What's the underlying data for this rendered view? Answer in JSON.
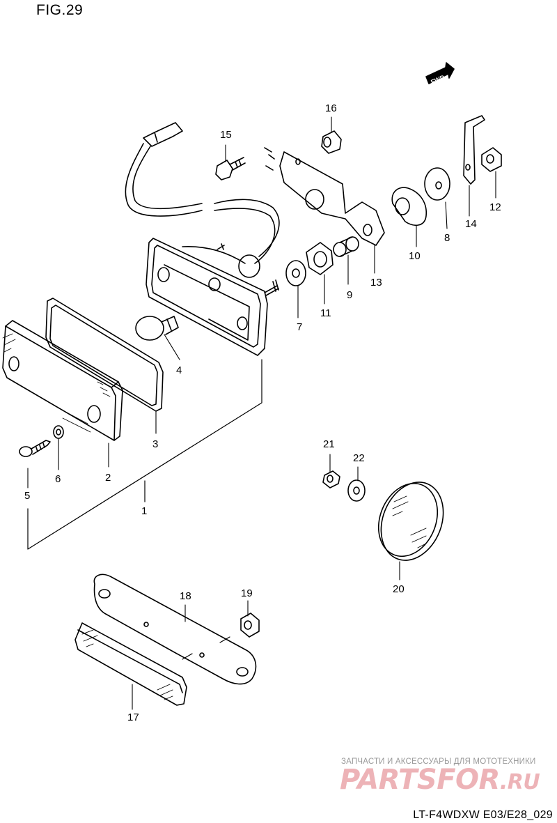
{
  "figure": {
    "title": "FIG.29",
    "code": "LT-F4WDXW E03/E28_029",
    "fwd_badge": "FWD"
  },
  "watermark": {
    "tagline": "ЗАПЧАСТИ И АКСЕССУАРЫ ДЛЯ МОТОТЕХНИКИ",
    "brand": "PARTSFOR",
    "brand_suffix": ".RU"
  },
  "callouts": {
    "c1": "1",
    "c2": "2",
    "c3": "3",
    "c4": "4",
    "c5": "5",
    "c6": "6",
    "c7": "7",
    "c8": "8",
    "c9": "9",
    "c10": "10",
    "c11": "11",
    "c12": "12",
    "c13": "13",
    "c14": "14",
    "c15": "15",
    "c16": "16",
    "c17": "17",
    "c18": "18",
    "c19": "19",
    "c20": "20",
    "c21": "21",
    "c22": "22"
  }
}
